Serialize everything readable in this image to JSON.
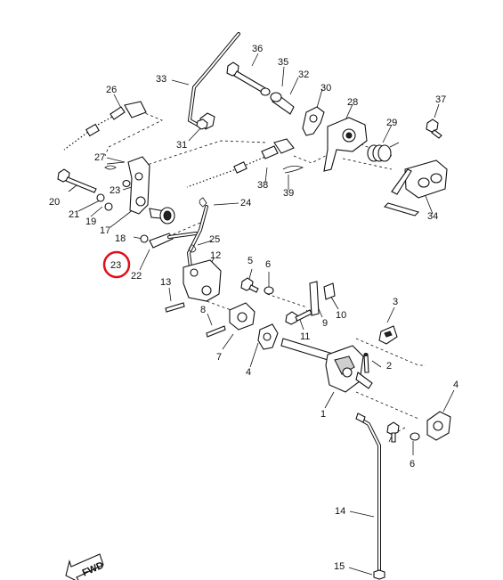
{
  "diagram": {
    "highlighted_callout": "23",
    "highlight_color": "#e0101a",
    "fwd_label": "FWD",
    "callouts": {
      "c1": "1",
      "c2": "2",
      "c3": "3",
      "c4a": "4",
      "c4b": "4",
      "c5": "5",
      "c6a": "6",
      "c6b": "6",
      "c7": "7",
      "c8": "8",
      "c9": "9",
      "c10": "10",
      "c11": "11",
      "c12": "12",
      "c13": "13",
      "c14": "14",
      "c15": "15",
      "c17": "17",
      "c18": "18",
      "c19": "19",
      "c20": "20",
      "c21": "21",
      "c22": "22",
      "c23a": "23",
      "c23b": "23",
      "c24": "24",
      "c25": "25",
      "c26": "26",
      "c27": "27",
      "c28": "28",
      "c29": "29",
      "c30": "30",
      "c31": "31",
      "c32": "32",
      "c33": "33",
      "c34": "34",
      "c35": "35",
      "c36": "36",
      "c37": "37",
      "c38": "38",
      "c39": "39"
    }
  }
}
